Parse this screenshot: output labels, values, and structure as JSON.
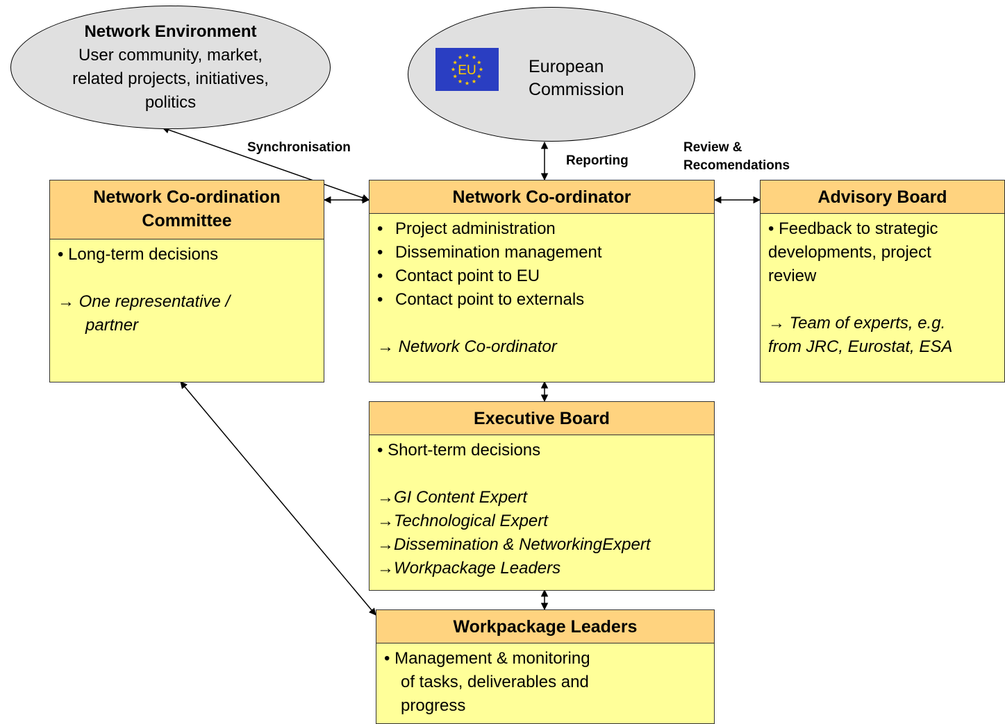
{
  "network_environment": {
    "title": "Network Environment",
    "lines": [
      "User community, market,",
      "related projects, initiatives,",
      "politics"
    ]
  },
  "european_commission": {
    "flag_text": "EU",
    "lines": [
      "European",
      "Commission"
    ],
    "colors": {
      "flag": "#2a3ec2",
      "stars": "#ffcc00"
    }
  },
  "labels": {
    "synchronisation": "Synchronisation",
    "reporting": "Reporting",
    "review_line1": "Review &",
    "review_line2": "Recomendations"
  },
  "coordination_committee": {
    "title_line1": "Network Co-ordination",
    "title_line2": "Committee",
    "bullet": "•  Long-term decisions",
    "note_line1": "One representative /",
    "note_line2": "partner"
  },
  "network_coordinator": {
    "title": "Network Co-ordinator",
    "bullets": [
      "Project administration",
      "Dissemination management",
      "Contact point to EU",
      "Contact point to externals"
    ],
    "note": "Network Co-ordinator"
  },
  "advisory_board": {
    "title": "Advisory Board",
    "lines": [
      "•  Feedback to strategic",
      "developments, project",
      "review"
    ],
    "note_line1": "Team of experts, e.g.",
    "note_line2": "from JRC, Eurostat, ESA"
  },
  "executive_board": {
    "title": "Executive Board",
    "bullet": "• Short-term decisions",
    "experts": [
      "GI Content Expert",
      "Technological Expert",
      "Dissemination & NetworkingExpert",
      "Workpackage Leaders"
    ]
  },
  "workpackage_leaders": {
    "title": "Workpackage Leaders",
    "lines": [
      "•  Management & monitoring",
      "of tasks, deliverables and",
      "progress"
    ]
  },
  "colors": {
    "box_fill": "#ffff99",
    "header_fill": "#ffd37f",
    "ellipse_fill": "#e0e0e0"
  },
  "arrow_glyph": "→"
}
